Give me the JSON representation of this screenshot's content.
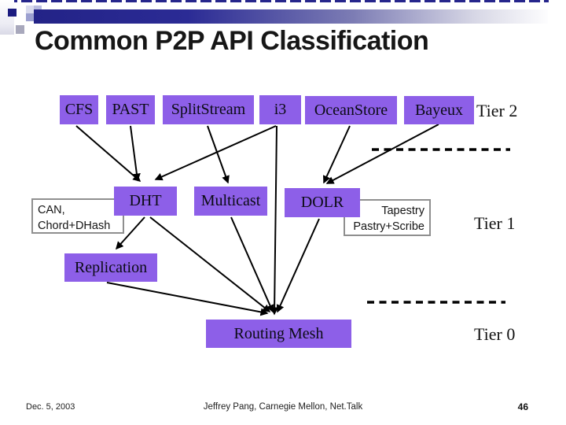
{
  "slide": {
    "title": "Common P2P API Classification",
    "footer": {
      "date": "Dec. 5, 2003",
      "credit": "Jeffrey Pang, Carnegie Mellon, Net.Talk",
      "page_number": "46"
    }
  },
  "diagram": {
    "tiers": {
      "tier2": {
        "label": "Tier 2"
      },
      "tier1": {
        "label": "Tier 1"
      },
      "tier0": {
        "label": "Tier 0"
      }
    },
    "boxes": {
      "cfs": "CFS",
      "past": "PAST",
      "splitstream": "SplitStream",
      "i3": "i3",
      "oceanstore": "OceanStore",
      "bayeux": "Bayeux",
      "dht": "DHT",
      "multicast": "Multicast",
      "dolr": "DOLR",
      "replication": "Replication",
      "routing_mesh": "Routing Mesh"
    },
    "notes": {
      "can": {
        "line1": "CAN,",
        "line2": "Chord+DHash"
      },
      "tapestry": {
        "line1": "Tapestry",
        "line2": "Pastry+Scribe"
      }
    },
    "edges": [
      {
        "from": "CFS",
        "to": "DHT"
      },
      {
        "from": "PAST",
        "to": "DHT"
      },
      {
        "from": "i3",
        "to": "DHT"
      },
      {
        "from": "SplitStream",
        "to": "Multicast"
      },
      {
        "from": "OceanStore",
        "to": "DOLR"
      },
      {
        "from": "Bayeux",
        "to": "DOLR"
      },
      {
        "from": "i3",
        "to": "Routing Mesh"
      },
      {
        "from": "DHT",
        "to": "Replication"
      },
      {
        "from": "DHT",
        "to": "Routing Mesh"
      },
      {
        "from": "Multicast",
        "to": "Routing Mesh"
      },
      {
        "from": "DOLR",
        "to": "Routing Mesh"
      },
      {
        "from": "Replication",
        "to": "Routing Mesh"
      }
    ],
    "colors": {
      "box_fill": "#8d5fe8",
      "accent_navy": "#26268c"
    }
  }
}
